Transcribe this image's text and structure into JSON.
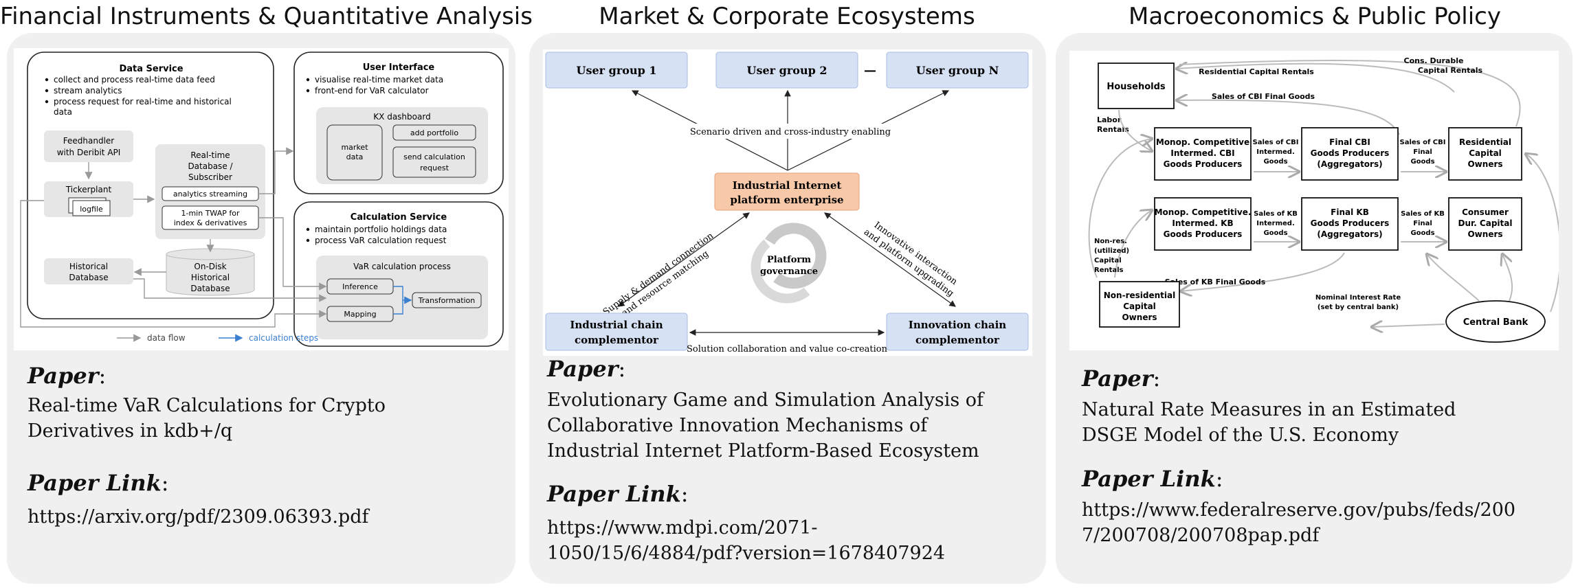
{
  "columns": [
    {
      "title": "Financial Instruments & Quantitative Analysis",
      "paper_label": "Paper",
      "paper_lines": [
        "Real-time VaR Calculations for Crypto",
        "Derivatives in kdb+/q"
      ],
      "link_label": "Paper Link",
      "link_lines": [
        "https://arxiv.org/pdf/2309.06393.pdf"
      ]
    },
    {
      "title": "Market & Corporate Ecosystems",
      "paper_label": "Paper",
      "paper_lines": [
        "Evolutionary Game and Simulation Analysis of",
        "Collaborative Innovation Mechanisms of",
        "Industrial Internet Platform-Based Ecosystem"
      ],
      "link_label": "Paper Link",
      "link_lines": [
        "https://www.mdpi.com/2071-",
        "1050/15/6/4884/pdf?version=1678407924"
      ]
    },
    {
      "title": "Macroeconomics & Public Policy",
      "paper_label": "Paper",
      "paper_lines": [
        "Natural Rate Measures in an Estimated",
        "DSGE Model of the U.S. Economy"
      ],
      "link_label": "Paper Link",
      "link_lines": [
        "https://www.federalreserve.gov/pubs/feds/200",
        "7/200708/200708pap.pdf"
      ]
    }
  ],
  "fig1": {
    "data_service_title": "Data Service",
    "data_service_bullets": [
      "collect and process real-time data feed",
      "stream analytics",
      "process request for real-time and historical",
      "data"
    ],
    "feedhandler": [
      "Feedhandler",
      "with Deribit API"
    ],
    "tickerplant": "Tickerplant",
    "logfile": "logfile",
    "rdb": [
      "Real-time",
      "Database /",
      "Subscriber"
    ],
    "analytics_streaming": "analytics streaming",
    "twap": [
      "1-min TWAP for",
      "index & derivatives"
    ],
    "historical_db": [
      "Historical",
      "Database"
    ],
    "ondisk": [
      "On-Disk",
      "Historical",
      "Database"
    ],
    "ui_title": "User Interface",
    "ui_bullets": [
      "visualise real-time market data",
      "front-end for VaR calculator"
    ],
    "kx_dashboard": "KX dashboard",
    "market_data": [
      "market",
      "data"
    ],
    "add_portfolio": "add portfolio",
    "send_calc": [
      "send calculation",
      "request"
    ],
    "calc_title": "Calculation Service",
    "calc_bullets": [
      "maintain portfolio holdings data",
      "process VaR calculation request"
    ],
    "var_process": "VaR calculation process",
    "inference": "Inference",
    "mapping": "Mapping",
    "transformation": "Transformation",
    "legend_flow": "data flow",
    "legend_steps": "calculation steps"
  },
  "fig2": {
    "group1": "User group 1",
    "group2": "User group  2",
    "dash": "—",
    "groupN": "User group  N",
    "scenario": "Scenario driven and cross-industry enabling",
    "platform": [
      "Industrial Internet",
      "platform enterprise"
    ],
    "governance": [
      "Platform",
      "governance"
    ],
    "supply": [
      "Supply & demand connection",
      "and resource matching"
    ],
    "innov": [
      "Innovative interaction",
      "and platform upgrading"
    ],
    "industrial_chain": [
      "Industrial chain",
      "complementor"
    ],
    "innovation_chain": [
      "Innovation chain",
      "complementor"
    ],
    "solution": "Solution collaboration and value co-creation"
  },
  "fig3": {
    "households": "Households",
    "cons_durable": [
      "Cons. Durable",
      "Capital Rentals"
    ],
    "res_rentals": "Residential Capital Rentals",
    "cbi_final_goods": "Sales of CBI Final Goods",
    "labor_rentals": [
      "Labor",
      "Rentals"
    ],
    "monop_cbi": [
      "Monop. Competitive",
      "Intermed. CBI",
      "Goods Producers"
    ],
    "sales_cbi_intermed": [
      "Sales of CBI",
      "Intermed.",
      "Goods"
    ],
    "final_cbi": [
      "Final CBI",
      "Goods Producers",
      "(Aggregators)"
    ],
    "sales_cbi_final": [
      "Sales of CBI",
      "Final",
      "Goods"
    ],
    "res_owners": [
      "Residential",
      "Capital",
      "Owners"
    ],
    "monop_kb": [
      "Monop. Competitive.",
      "Intermed. KB",
      "Goods Producers"
    ],
    "sales_kb_intermed": [
      "Sales of KB",
      "Intermed.",
      "Goods"
    ],
    "final_kb": [
      "Final KB",
      "Goods Producers",
      "(Aggregators)"
    ],
    "sales_kb_final": [
      "Sales of KB",
      "Final",
      "Goods"
    ],
    "consumer_dur": [
      "Consumer",
      "Dur. Capital",
      "Owners"
    ],
    "nonres_rentals": [
      "Non-res.",
      "(utilized)",
      "Capital",
      "Rentals"
    ],
    "kb_final_goods": "Sales of KB Final Goods",
    "nonres_owners": [
      "Non-residential",
      "Capital",
      "Owners"
    ],
    "nominal_rate": [
      "Nominal Interest Rate",
      "(set by central bank)"
    ],
    "central_bank": "Central Bank"
  }
}
